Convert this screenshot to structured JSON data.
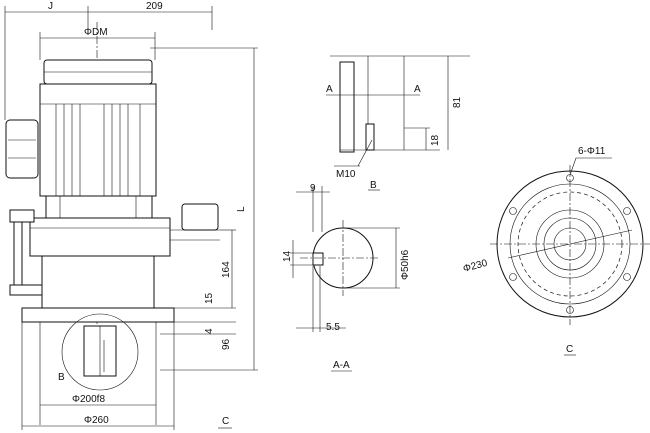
{
  "pump_view": {
    "dim_j": "J",
    "dim_209": "209",
    "dim_phi_dm": "ΦDM",
    "dim_l": "L",
    "dim_164": "164",
    "dim_15": "15",
    "dim_4": "4",
    "dim_96": "96",
    "dim_phi200": "Φ200f8",
    "dim_phi260": "Φ260",
    "label_b": "B",
    "label_c": "C"
  },
  "detail_b": {
    "label_a_left": "A",
    "label_a_right": "A",
    "dim_81": "81",
    "dim_18": "18",
    "label_m10": "M10",
    "label_b": "B"
  },
  "section_aa": {
    "dim_9": "9",
    "dim_14": "14",
    "dim_phi50": "Φ50h6",
    "dim_5_5": "5.5",
    "title": "A-A"
  },
  "view_c": {
    "holes": "6-Φ11",
    "dim_phi230": "Φ230",
    "title": "C"
  }
}
